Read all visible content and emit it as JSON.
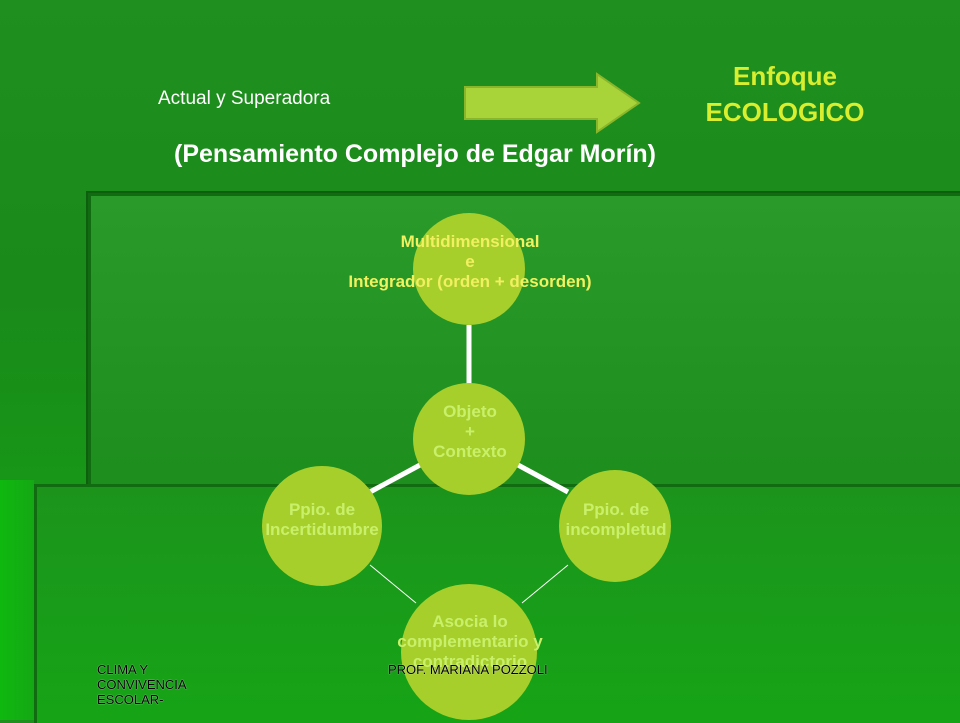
{
  "header": {
    "actual_label": "Actual y Superadora",
    "enfoque_line1": "Enfoque",
    "enfoque_line2": "ECOLOGICO",
    "subtitle": "(Pensamiento Complejo de Edgar Morín)"
  },
  "diagram": {
    "top_node": {
      "line1": "Multidimensional",
      "line2": "e",
      "line3": "Integrador (orden + desorden)"
    },
    "center_node": {
      "line1": "Objeto",
      "line2": "+",
      "line3": "Contexto"
    },
    "left_node": {
      "line1": "Ppio. de",
      "line2": "Incertidumbre"
    },
    "right_node": {
      "line1": "Ppio. de",
      "line2": "incompletud"
    },
    "bottom_node": {
      "line1": "Asocia lo",
      "line2": "complementario y",
      "line3": "contradictorio"
    }
  },
  "footer": {
    "left_line1": "CLIMA Y",
    "left_line2": "CONVIVENCIA",
    "left_line3": "ESCOLAR-",
    "center": "PROF. MARIANA POZZOLI"
  },
  "colors": {
    "node_fill": "#a6cf2c",
    "arrow_fill": "#a8d43a",
    "title_yellow": "#d8ee2e"
  }
}
